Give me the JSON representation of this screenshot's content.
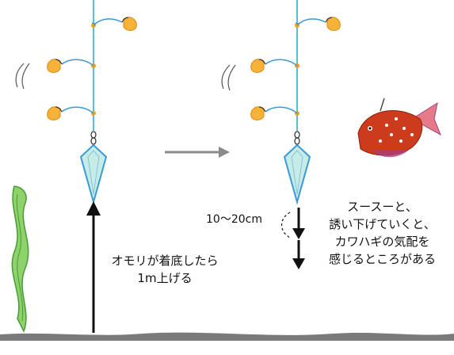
{
  "labels": {
    "lift": "オモリが着底したら\n1m上げる",
    "distance": "10〜20cm",
    "sense": "スースーと、\n誘い下げていくと、\nカワハギの気配を\n感じるところがある"
  },
  "colors": {
    "line": "#5bbcd9",
    "bead": "#f0a020",
    "hook": "#f7b23a",
    "sinker_fill": "#c7ebe6",
    "sinker_stroke": "#3a9ad6",
    "seaweed": "#8ed26a",
    "seaweed_outline": "#4a9a3a",
    "fish": "#cc3b1c",
    "fish_fin": "#a8407a",
    "ground": "#7a7a7a",
    "arrow": "#111111",
    "transition_arrow": "#8a8a8a"
  },
  "icons": [
    "seaweed-icon",
    "kawahagi-fish-icon",
    "sinker-icon",
    "hook-icon",
    "arrow-icon"
  ]
}
